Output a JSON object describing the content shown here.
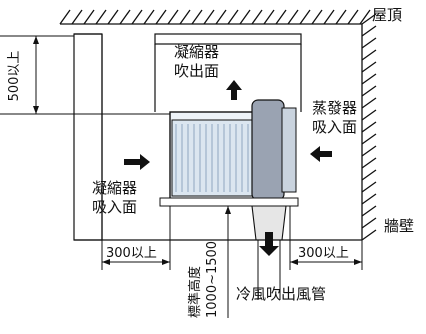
{
  "labels": {
    "roof": "屋頂",
    "wall": "牆壁",
    "condenser_outlet": [
      "凝縮器",
      "吹出面"
    ],
    "evaporator_intake": [
      "蒸發器",
      "吸入面"
    ],
    "condenser_intake": [
      "凝縮器",
      "吸入面"
    ],
    "cold_air_duct": "冷風吹出風管",
    "standard_height": [
      "標準高度",
      "1000~1500"
    ]
  },
  "dimensions": {
    "top_clearance": "500以上",
    "left_clearance": "300以上",
    "right_clearance": "300以上"
  },
  "colors": {
    "line": "#111111",
    "unit_fill": "#9aa3b2",
    "unit_tint": "#d7e3ef",
    "duct_fill": "#e6e6e6"
  }
}
